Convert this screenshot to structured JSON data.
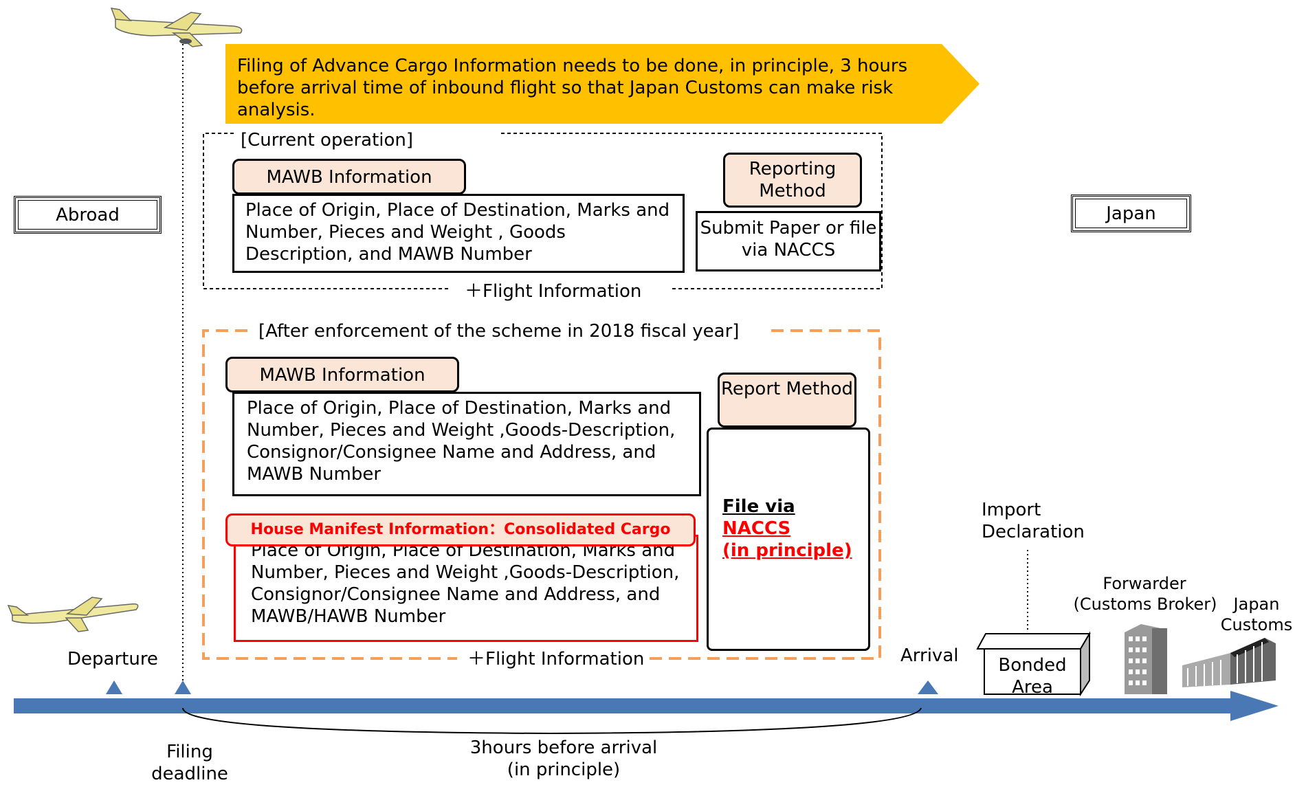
{
  "banner": {
    "text": "Filing of Advance Cargo Information needs to be done, in principle, 3 hours before arrival time of inbound flight so that Japan Customs can make risk analysis."
  },
  "regions": {
    "abroad": "Abroad",
    "japan": "Japan"
  },
  "current": {
    "title": "[Current operation]",
    "mawb_label": "MAWB Information",
    "mawb_text": "Place of Origin, Place of Destination, Marks and Number, Pieces and Weight , Goods Description, and MAWB Number",
    "method_label": "Reporting Method",
    "method_text": "Submit Paper or file via NACCS",
    "flight_info": "＋Flight Information"
  },
  "after": {
    "title": "[After enforcement of the scheme in 2018 fiscal year]",
    "mawb_label": "MAWB Information",
    "mawb_text": "Place of Origin, Place of Destination, Marks and Number, Pieces and Weight ,Goods-Description, Consignor/Consignee Name and Address, and MAWB Number",
    "house_label": "House Manifest Information：Consolidated Cargo",
    "house_text": "Place of Origin, Place of Destination, Marks and Number, Pieces and Weight ,Goods-Description, Consignor/Consignee Name and Address, and MAWB/HAWB Number",
    "method_label": "Report Method",
    "method_file": "File via",
    "method_naccs": "NACCS",
    "method_principle": "(in principle)",
    "flight_info": "＋Flight Information"
  },
  "timeline": {
    "departure": "Departure",
    "filing_deadline": "Filing deadline",
    "arrival": "Arrival",
    "three_hours": "3hours before arrival",
    "in_principle": "(in principle)",
    "import_declaration": "Import Declaration",
    "bonded_area": "Bonded Area",
    "forwarder": "Forwarder",
    "customs_broker": "(Customs Broker)",
    "japan_customs": "Japan Customs"
  },
  "colors": {
    "banner": "#ffc000",
    "timeline": "#4a78b5",
    "orange_dash": "#f4a05a",
    "tag_fill": "#fbe5d6",
    "red": "#ff0000"
  },
  "icons": [
    "airplane-icon",
    "office-building-icon",
    "customs-building-icon",
    "warehouse-icon"
  ]
}
